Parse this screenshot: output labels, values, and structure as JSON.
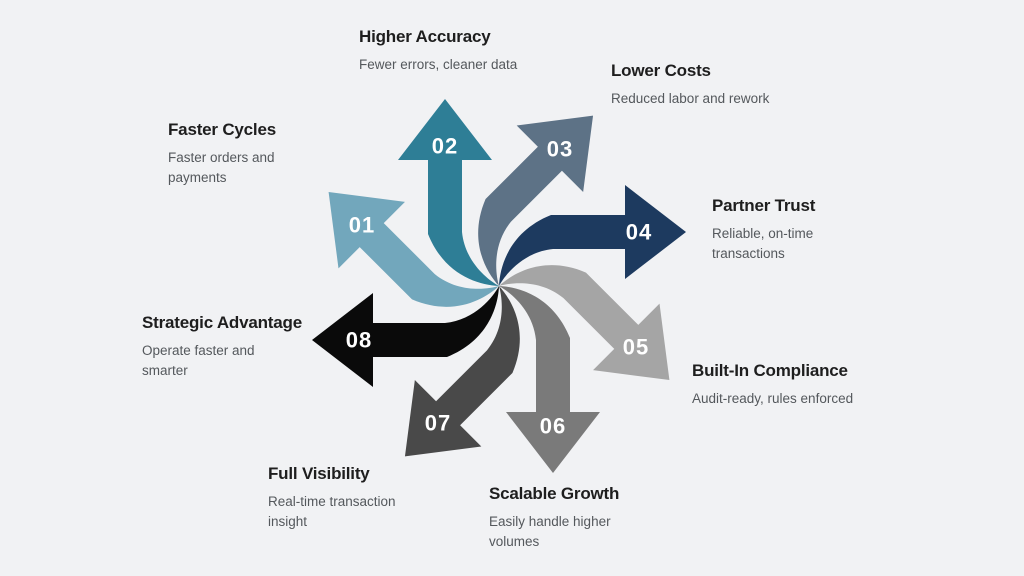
{
  "diagram": {
    "background_color": "#f1f2f4",
    "center": "pinwheel of 8 arrows",
    "items": [
      {
        "number": "01",
        "title": "Faster Cycles",
        "description": "Faster orders and\npayments",
        "color": "#72a7bc",
        "direction": "up-left"
      },
      {
        "number": "02",
        "title": "Higher Accuracy",
        "description": "Fewer errors, cleaner data",
        "color": "#2e7e96",
        "direction": "up"
      },
      {
        "number": "03",
        "title": "Lower Costs",
        "description": "Reduced labor and rework",
        "color": "#5d7286",
        "direction": "up-right"
      },
      {
        "number": "04",
        "title": "Partner Trust",
        "description": "Reliable, on-time\ntransactions",
        "color": "#1d3a5f",
        "direction": "right"
      },
      {
        "number": "05",
        "title": "Built-In Compliance",
        "description": "Audit-ready, rules enforced",
        "color": "#a5a5a5",
        "direction": "down-right"
      },
      {
        "number": "06",
        "title": "Scalable Growth",
        "description": "Easily handle higher\nvolumes",
        "color": "#7a7a7a",
        "direction": "down"
      },
      {
        "number": "07",
        "title": "Full Visibility",
        "description": "Real-time transaction\ninsight",
        "color": "#494949",
        "direction": "down-left"
      },
      {
        "number": "08",
        "title": "Strategic Advantage",
        "description": "Operate faster and\nsmarter",
        "color": "#0a0a0a",
        "direction": "left"
      }
    ],
    "text_colors": {
      "title": "#1e1e1e",
      "description": "#54585c",
      "number": "#ffffff"
    }
  }
}
